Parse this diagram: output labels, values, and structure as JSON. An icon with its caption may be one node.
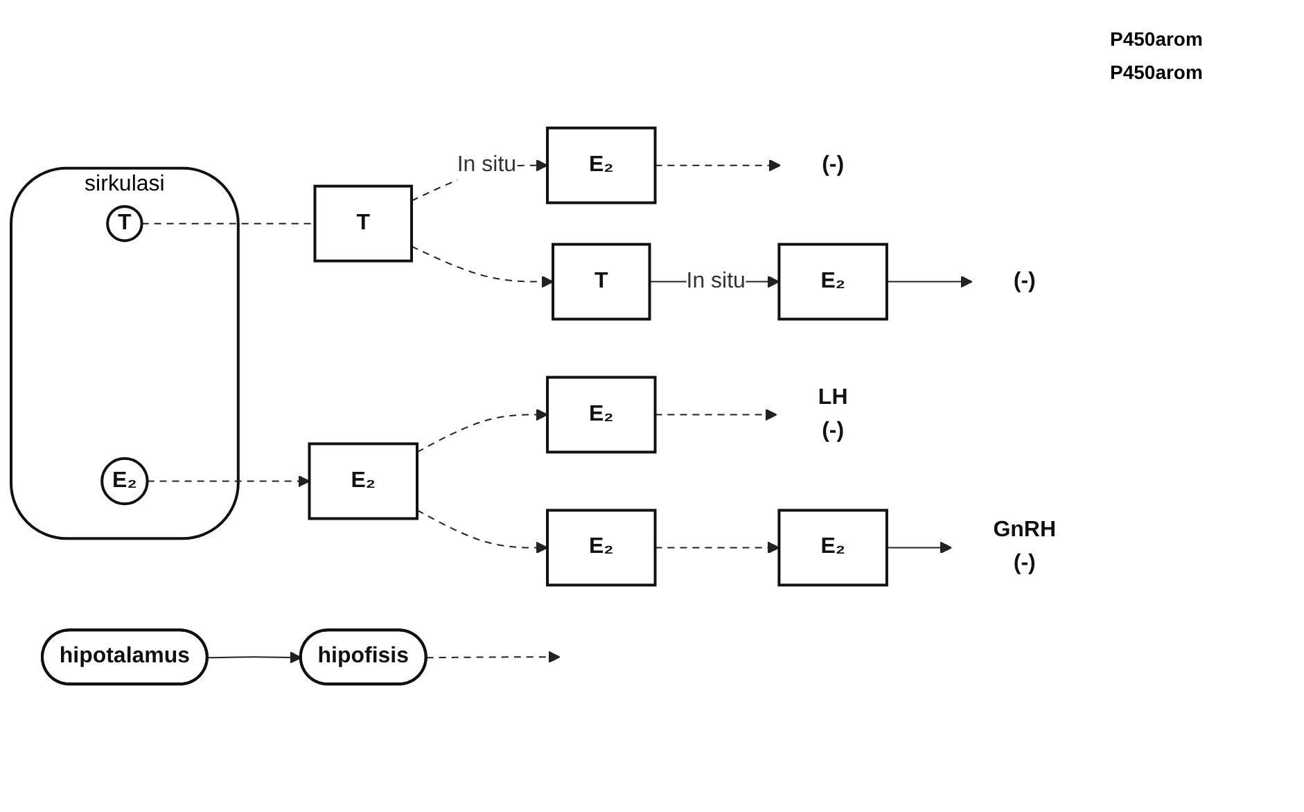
{
  "diagram": {
    "nodes": [
      {
        "text": [
          "hipotalamus"
        ]
      },
      {
        "text": [
          "hipofisis"
        ]
      },
      {
        "text": [
          "T"
        ]
      },
      {
        "text": [
          "E₂"
        ]
      },
      {
        "text": [
          "(-)"
        ]
      },
      {
        "text": [
          "GnRH"
        ],
        "beside": [
          "(-)"
        ]
      },
      {
        "text": [
          "E₂"
        ]
      },
      {
        "text": [
          "E₂"
        ]
      },
      {
        "text": [
          "T"
        ]
      },
      {
        "text": [
          "E₂"
        ]
      },
      {
        "text": [
          "(-)"
        ]
      },
      {
        "text": [
          "LH"
        ],
        "beside": [
          "(-)"
        ]
      },
      {
        "text": [
          "E₂"
        ]
      },
      {
        "text": [
          "E₂"
        ]
      },
      {
        "text": [
          "sirkulasi"
        ]
      },
      {
        "text": [
          "T"
        ],
        "in": 14
      },
      {
        "text": [
          "E₂"
        ],
        "in": 14
      }
    ],
    "edges": [
      {
        "from": 0,
        "to": 1,
        "arrow": "to"
      },
      {
        "from": 2,
        "to": 3,
        "arrow": "to",
        "label": "In situ"
      },
      {
        "from": 3,
        "to": 4,
        "arrow": "to"
      },
      {
        "from": 6,
        "to": 5,
        "arrow": "to"
      },
      {
        "from": 7,
        "to": 6,
        "arrow": "to",
        "style": "dashed"
      },
      {
        "from": 1,
        "to": null,
        "arrow": "to",
        "style": "dashed"
      },
      {
        "from": 8,
        "to": 9,
        "arrow": "to",
        "label": "In situ",
        "style": "dashed"
      },
      {
        "from": 9,
        "to": 10,
        "arrow": "to",
        "style": "dashed"
      },
      {
        "from": 12,
        "to": 11,
        "arrow": "to",
        "style": "dashed"
      },
      {
        "from": 13,
        "to": 12,
        "arrow": "to",
        "style": "dashed"
      },
      {
        "from": 13,
        "to": 7,
        "arrow": "to",
        "style": "dashed"
      },
      {
        "from": 8,
        "to": 2,
        "arrow": "to",
        "style": "dashed"
      },
      {
        "from": 15,
        "to": 8,
        "arrow": "none",
        "style": "dashed"
      },
      {
        "from": 16,
        "to": 13,
        "arrow": "to",
        "style": "dashed"
      }
    ],
    "labels": [
      "P450arom",
      "P450arom"
    ]
  }
}
